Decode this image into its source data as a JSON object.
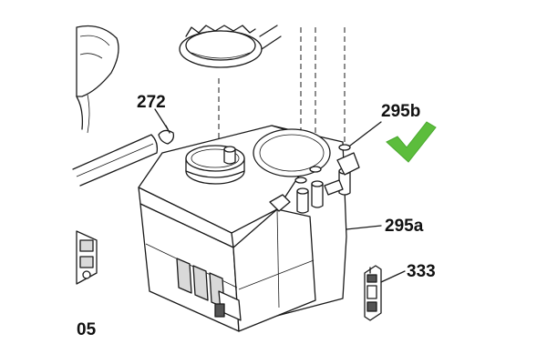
{
  "callouts": {
    "part_272": "272",
    "part_295b": "295b",
    "part_295a": "295a",
    "part_333": "333",
    "part_edge": "05"
  },
  "icons": {
    "check": "checkmark-icon"
  },
  "colors": {
    "check": "#5cbd3c",
    "line": "#1a1a1a",
    "background": "#ffffff"
  }
}
